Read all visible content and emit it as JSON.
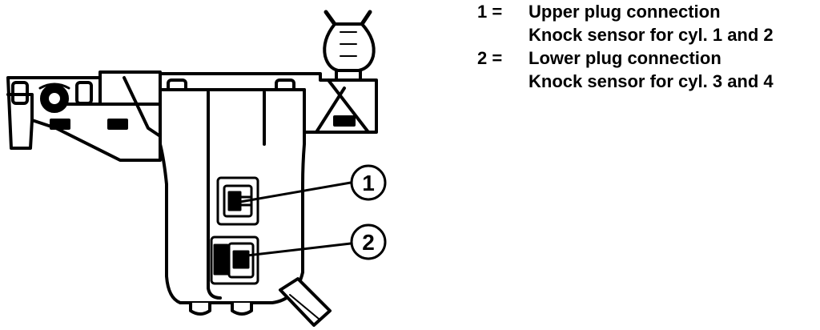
{
  "callouts": [
    {
      "number": "1"
    },
    {
      "number": "2"
    }
  ],
  "legend": [
    {
      "key": "1 =",
      "lines": [
        "Upper plug connection",
        "Knock sensor for cyl. 1 and 2"
      ]
    },
    {
      "key": "2 =",
      "lines": [
        "Lower plug connection",
        "Knock sensor for cyl. 3 and 4"
      ]
    }
  ],
  "colors": {
    "ink": "#000000",
    "paper": "#ffffff"
  }
}
